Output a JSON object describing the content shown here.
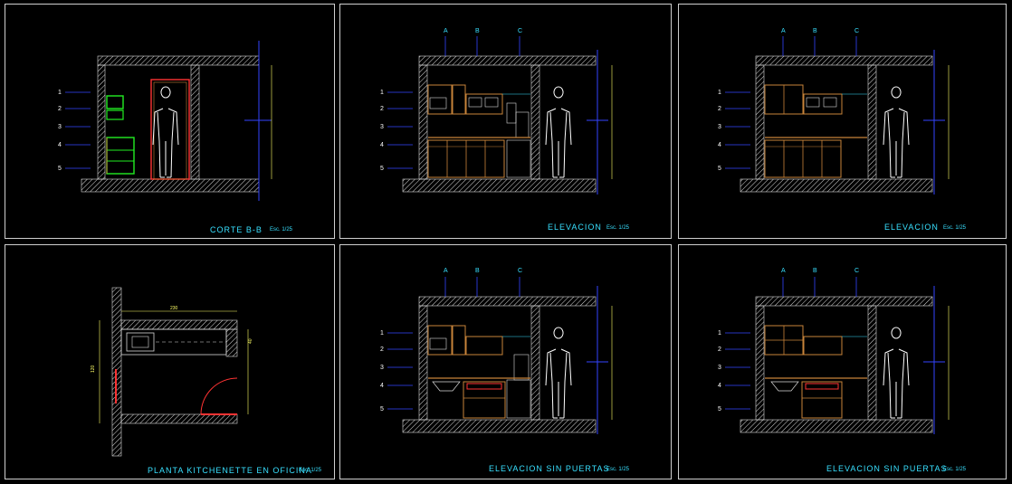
{
  "colors": {
    "frame": "#cfcfcf",
    "title": "#38e0ff",
    "wall": "#d9d9d9",
    "dimension": "#ffff66",
    "cabinet": "#c8843a",
    "highlight": "#22ee22",
    "door": "#ff3333",
    "axis": "#3344ff"
  },
  "panels": [
    {
      "title": "CORTE B-B",
      "scale": "Esc. 1/25"
    },
    {
      "title": "ELEVACION",
      "scale": "Esc. 1/25"
    },
    {
      "title": "ELEVACION",
      "scale": "Esc. 1/25"
    },
    {
      "title": "PLANTA KITCHENETTE EN OFICINA",
      "scale": "Esc. 1/25"
    },
    {
      "title": "ELEVACION SIN PUERTAS",
      "scale": "Esc. 1/25"
    },
    {
      "title": "ELEVACION SIN PUERTAS",
      "scale": "Esc. 1/25"
    }
  ],
  "grid_labels": [
    "A",
    "B",
    "C"
  ],
  "callouts": [
    "1",
    "2",
    "3",
    "4",
    "5"
  ],
  "plan": {
    "top_dim": "230",
    "left_dim": "120",
    "right_dim": "40"
  }
}
